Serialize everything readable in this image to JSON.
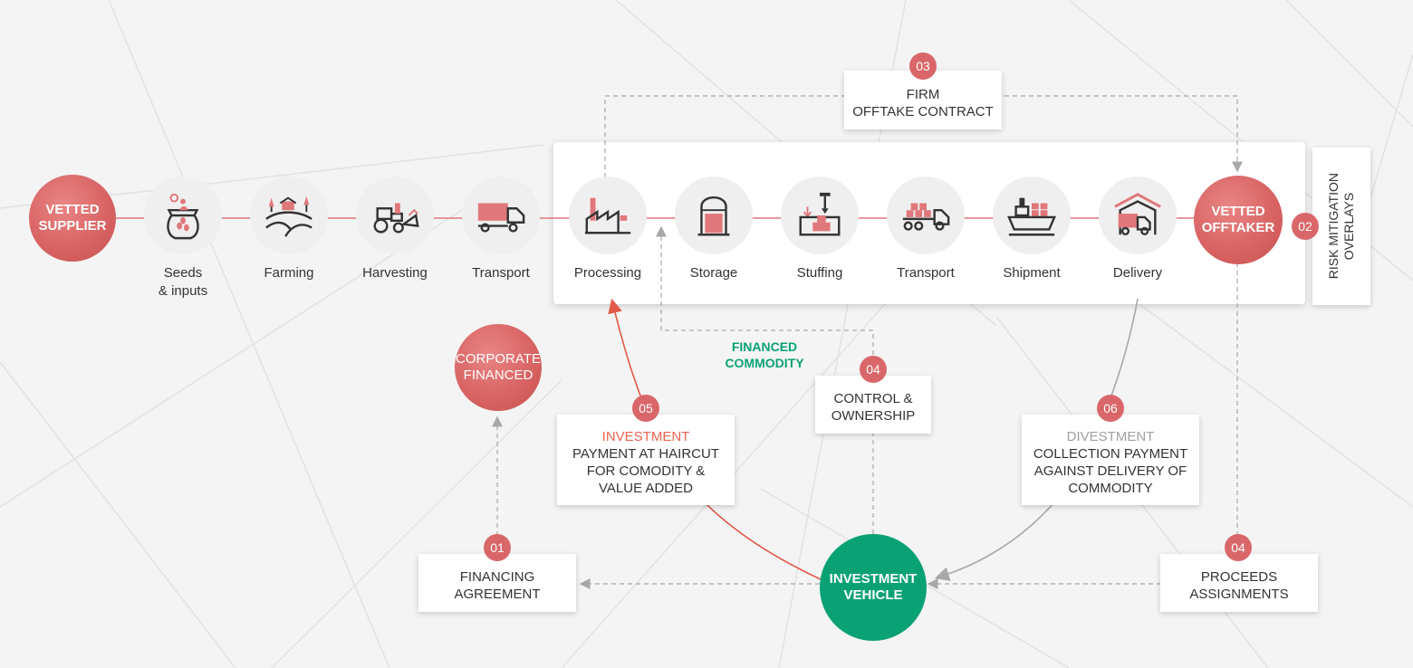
{
  "nodes": {
    "vetted_supplier": "VETTED\nSUPPLIER",
    "vetted_offtaker": "VETTED\nOFFTAKER",
    "corporate_financed": "CORPORATE\nFINANCED",
    "investment_vehicle": "INVESTMENT\nVEHICLE"
  },
  "steps": [
    {
      "label": "Seeds\n& inputs",
      "icon": "seed-bag-icon"
    },
    {
      "label": "Farming",
      "icon": "farm-icon"
    },
    {
      "label": "Harvesting",
      "icon": "harvester-icon"
    },
    {
      "label": "Transport",
      "icon": "truck-icon"
    },
    {
      "label": "Processing",
      "icon": "factory-icon"
    },
    {
      "label": "Storage",
      "icon": "silo-icon"
    },
    {
      "label": "Stuffing",
      "icon": "container-icon"
    },
    {
      "label": "Transport",
      "icon": "flatbed-truck-icon"
    },
    {
      "label": "Shipment",
      "icon": "ship-icon"
    },
    {
      "label": "Delivery",
      "icon": "warehouse-icon"
    }
  ],
  "badges": {
    "firm_offtake": "03",
    "risk": "02",
    "control": "04",
    "investment": "05",
    "divestment": "06",
    "financing": "01",
    "proceeds": "04"
  },
  "boxes": {
    "firm_offtake": [
      "FIRM",
      "OFFTAKE CONTRACT"
    ],
    "risk_mitigation": "RISK MITIGATION\nOVERLAYS",
    "control": [
      "CONTROL &",
      "OWNERSHIP"
    ],
    "investment_title": "INVESTMENT",
    "investment_body": [
      "PAYMENT AT HAIRCUT",
      "FOR COMODITY &",
      "VALUE ADDED"
    ],
    "divestment_title": "DIVESTMENT",
    "divestment_body": [
      "COLLECTION PAYMENT",
      "AGAINST DELIVERY OF",
      "COMMODITY"
    ],
    "financing": [
      "FINANCING",
      "AGREEMENT"
    ],
    "proceeds": [
      "PROCEEDS",
      "ASSIGNMENTS"
    ]
  },
  "financed_commodity": "FINANCED\nCOMMODITY",
  "colors": {
    "red": "#d9676a",
    "green": "#0aa275",
    "investment_text": "#e8644e",
    "divestment_text": "#a0a0a0"
  }
}
